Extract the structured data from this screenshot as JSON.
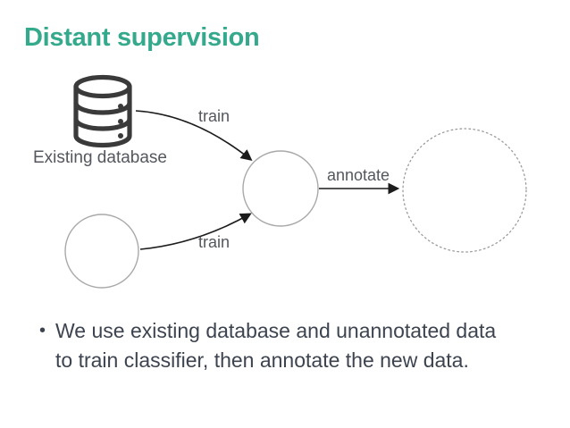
{
  "slide": {
    "title": "Distant supervision"
  },
  "diagram": {
    "nodes": [
      {
        "id": "existing-database",
        "shape": "database-icon",
        "label": "Existing database"
      },
      {
        "id": "unannotated-data",
        "shape": "circle",
        "label": ""
      },
      {
        "id": "classifier",
        "shape": "circle",
        "label": ""
      },
      {
        "id": "new-data",
        "shape": "dotted-circle",
        "label": ""
      }
    ],
    "edges": [
      {
        "from": "existing-database",
        "to": "classifier",
        "label": "train"
      },
      {
        "from": "unannotated-data",
        "to": "classifier",
        "label": "train"
      },
      {
        "from": "classifier",
        "to": "new-data",
        "label": "annotate"
      }
    ]
  },
  "body": {
    "bullet_char": "•",
    "lines": [
      "We use existing database and unannotated data",
      "to train classifier, then annotate the new data."
    ]
  },
  "colors": {
    "title_accent": "#35a98c",
    "body_text": "#3d4450",
    "label_text": "#54575d",
    "icon_stroke": "#3a3a3a",
    "node_stroke": "#a9a9a9",
    "dotted_stroke": "#9b9b9b",
    "arrow": "#1c1c1c",
    "background": "#ffffff"
  }
}
